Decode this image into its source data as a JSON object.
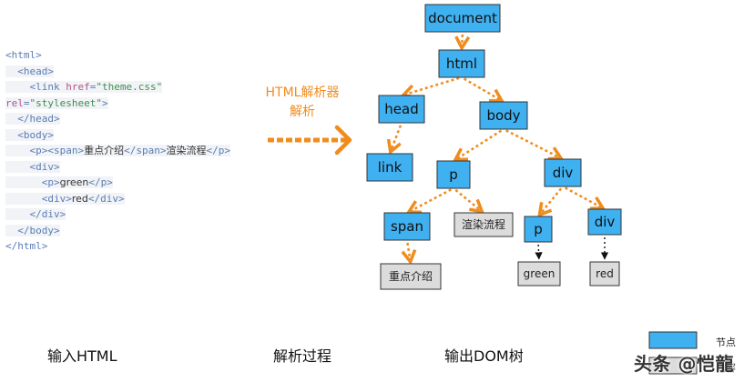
{
  "code_lines": [
    {
      "indent": "",
      "parts": [
        {
          "t": "tag",
          "v": "<html>"
        }
      ]
    },
    {
      "indent": "  ",
      "parts": [
        {
          "t": "tag",
          "v": "<head>"
        }
      ]
    },
    {
      "indent": "    ",
      "parts": [
        {
          "t": "tag",
          "v": "<link "
        },
        {
          "t": "attr",
          "v": "href"
        },
        {
          "t": "tag",
          "v": "="
        },
        {
          "t": "str",
          "v": "\"theme.css\""
        }
      ]
    },
    {
      "indent": "",
      "parts": [
        {
          "t": "attr",
          "v": "rel"
        },
        {
          "t": "tag",
          "v": "="
        },
        {
          "t": "str",
          "v": "\"stylesheet\""
        },
        {
          "t": "tag",
          "v": ">"
        }
      ]
    },
    {
      "indent": "  ",
      "parts": [
        {
          "t": "tag",
          "v": "</head>"
        }
      ]
    },
    {
      "indent": "  ",
      "parts": [
        {
          "t": "tag",
          "v": "<body>"
        }
      ]
    },
    {
      "indent": "    ",
      "parts": [
        {
          "t": "tag",
          "v": "<p><span>"
        },
        {
          "t": "txt",
          "v": "重点介绍"
        },
        {
          "t": "tag",
          "v": "</span>"
        },
        {
          "t": "txt",
          "v": "渲染流程"
        },
        {
          "t": "tag",
          "v": "</p>"
        }
      ]
    },
    {
      "indent": "    ",
      "parts": [
        {
          "t": "tag",
          "v": "<div>"
        }
      ]
    },
    {
      "indent": "      ",
      "parts": [
        {
          "t": "tag",
          "v": "<p>"
        },
        {
          "t": "txt",
          "v": "green"
        },
        {
          "t": "tag",
          "v": "</p>"
        }
      ]
    },
    {
      "indent": "      ",
      "parts": [
        {
          "t": "tag",
          "v": "<div>"
        },
        {
          "t": "txt",
          "v": "red"
        },
        {
          "t": "tag",
          "v": "</div>"
        }
      ]
    },
    {
      "indent": "    ",
      "parts": [
        {
          "t": "tag",
          "v": "</div>"
        }
      ]
    },
    {
      "indent": "  ",
      "parts": [
        {
          "t": "tag",
          "v": "</body>"
        }
      ]
    },
    {
      "indent": "",
      "parts": [
        {
          "t": "tag",
          "v": "</html>"
        }
      ]
    }
  ],
  "process_label": [
    "HTML解析器",
    "解析"
  ],
  "tree": {
    "nodes": [
      {
        "id": "document",
        "label": "document",
        "kind": "node"
      },
      {
        "id": "html",
        "label": "html",
        "kind": "node"
      },
      {
        "id": "head",
        "label": "head",
        "kind": "node"
      },
      {
        "id": "body",
        "label": "body",
        "kind": "node"
      },
      {
        "id": "link",
        "label": "link",
        "kind": "node"
      },
      {
        "id": "p1",
        "label": "p",
        "kind": "node"
      },
      {
        "id": "div1",
        "label": "div",
        "kind": "node"
      },
      {
        "id": "span",
        "label": "span",
        "kind": "node"
      },
      {
        "id": "text-render",
        "label": "渲染流程",
        "kind": "content"
      },
      {
        "id": "p2",
        "label": "p",
        "kind": "node"
      },
      {
        "id": "div2",
        "label": "div",
        "kind": "node"
      },
      {
        "id": "text-intro",
        "label": "重点介绍",
        "kind": "content"
      },
      {
        "id": "text-green",
        "label": "green",
        "kind": "content"
      },
      {
        "id": "text-red",
        "label": "red",
        "kind": "content"
      }
    ],
    "edges": [
      {
        "from": "document",
        "to": "html",
        "style": "orange"
      },
      {
        "from": "html",
        "to": "head",
        "style": "orange"
      },
      {
        "from": "html",
        "to": "body",
        "style": "orange"
      },
      {
        "from": "head",
        "to": "link",
        "style": "orange"
      },
      {
        "from": "body",
        "to": "p1",
        "style": "orange"
      },
      {
        "from": "body",
        "to": "div1",
        "style": "orange"
      },
      {
        "from": "p1",
        "to": "span",
        "style": "orange"
      },
      {
        "from": "p1",
        "to": "text-render",
        "style": "orange"
      },
      {
        "from": "div1",
        "to": "p2",
        "style": "orange"
      },
      {
        "from": "div1",
        "to": "div2",
        "style": "orange"
      },
      {
        "from": "span",
        "to": "text-intro",
        "style": "orange"
      },
      {
        "from": "p2",
        "to": "text-green",
        "style": "black"
      },
      {
        "from": "div2",
        "to": "text-red",
        "style": "black"
      }
    ]
  },
  "colors": {
    "node_fill": "#3fb0f0",
    "content_fill": "#dcdcdc",
    "orange_edge": "#f08c1e",
    "black_edge": "#111111"
  },
  "captions": {
    "input": "输入HTML",
    "process": "解析过程",
    "output": "输出DOM树"
  },
  "legend": {
    "node_label": "节点",
    "content_label": "内容"
  },
  "watermark": "头条 @恺龍"
}
